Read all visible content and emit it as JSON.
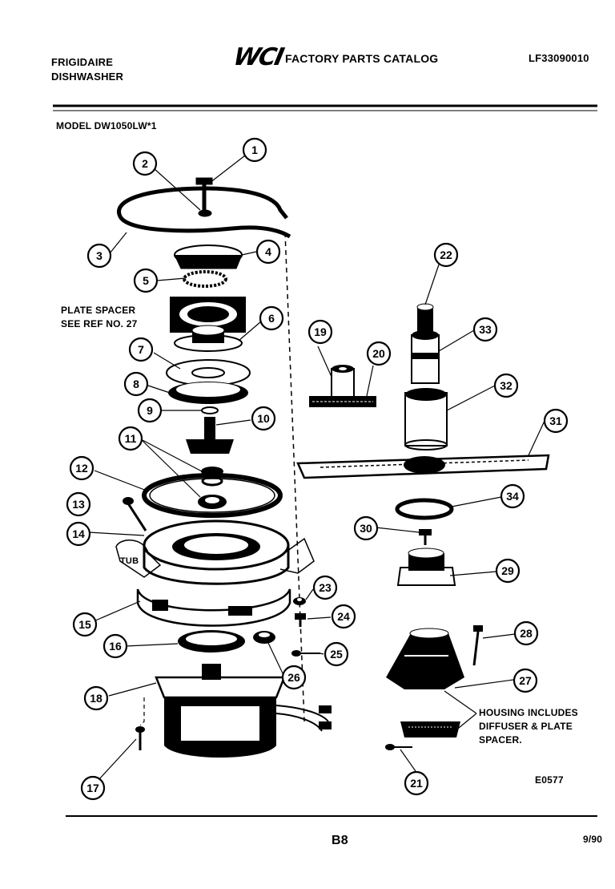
{
  "header": {
    "brand_line1": "FRIGIDAIRE",
    "brand_line2": "DISHWASHER",
    "logo": "WCI",
    "catalog_title": "FACTORY PARTS CATALOG",
    "catalog_number": "LF33090010",
    "model": "MODEL DW1050LW*1"
  },
  "notes": {
    "plate_spacer_line1": "PLATE SPACER",
    "plate_spacer_line2": "SEE REF NO. 27",
    "housing_line1": "HOUSING INCLUDES",
    "housing_line2": "DIFFUSER & PLATE",
    "housing_line3": "SPACER.",
    "tub_label": "TUB",
    "diagram_code": "E0577"
  },
  "footer": {
    "page": "B8",
    "date": "9/90"
  },
  "callouts": [
    "1",
    "2",
    "3",
    "4",
    "5",
    "6",
    "7",
    "8",
    "9",
    "10",
    "11",
    "12",
    "13",
    "14",
    "15",
    "16",
    "17",
    "18",
    "19",
    "20",
    "21",
    "22",
    "23",
    "24",
    "25",
    "26",
    "27",
    "28",
    "29",
    "30",
    "31",
    "32",
    "33",
    "34"
  ]
}
